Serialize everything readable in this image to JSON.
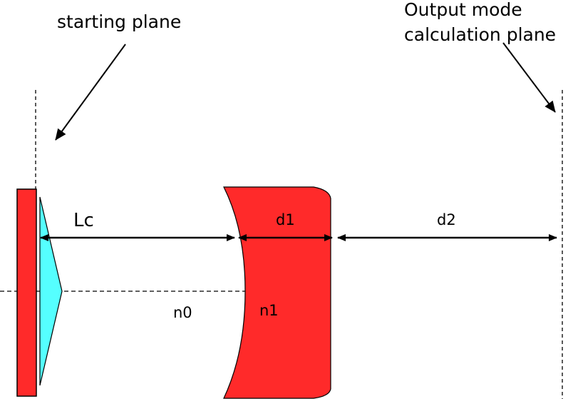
{
  "labels": {
    "starting_plane": "starting plane",
    "output_line1": "Output mode",
    "output_line2": "calculation plane",
    "lc": "Lc",
    "d1": "d1",
    "d2": "d2",
    "n0": "n0",
    "n1": "n1"
  },
  "colors": {
    "mirror_fill": "#ff2a2a",
    "lens_fill": "#ff2a2a",
    "gain_medium_fill": "#55ffff",
    "line": "#000000"
  }
}
